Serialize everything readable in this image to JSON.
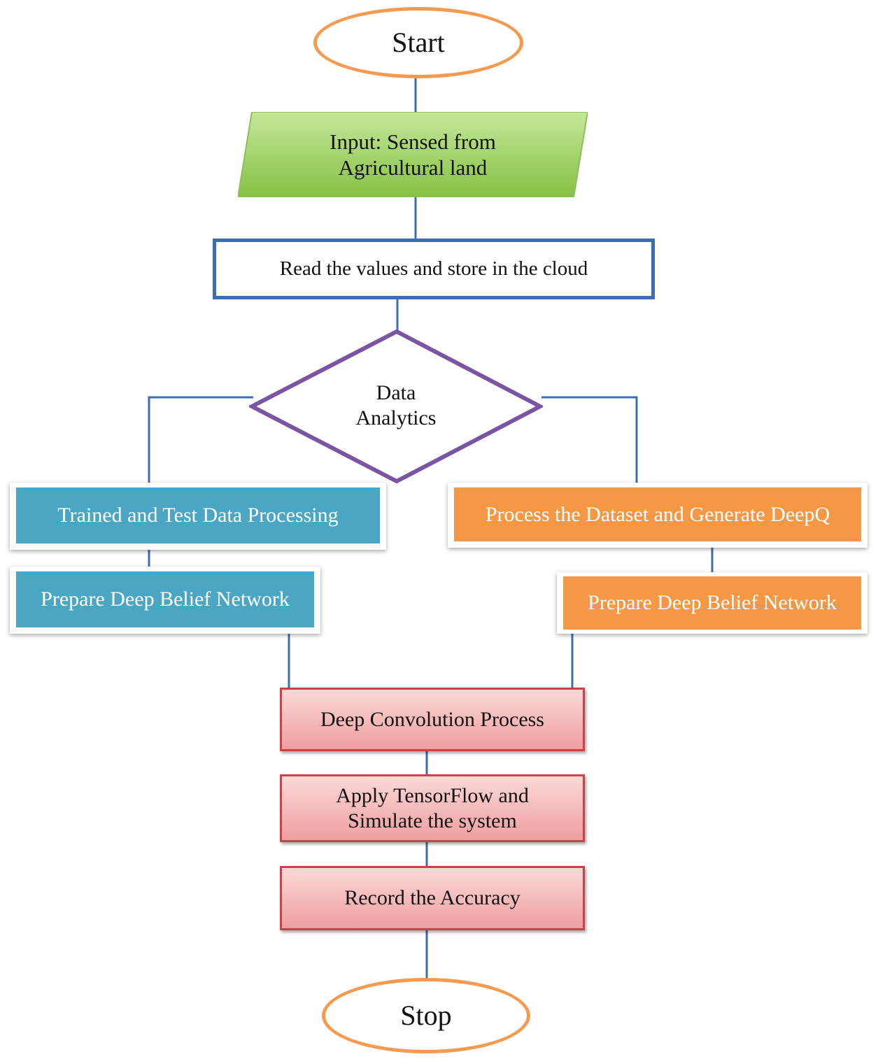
{
  "diagram": {
    "start": "Start",
    "input": "Input: Sensed from\nAgricultural land",
    "read": "Read the values and store in the cloud",
    "decision": "Data\nAnalytics",
    "left_branch": {
      "step1": "Trained and Test Data Processing",
      "step2": "Prepare Deep Belief Network"
    },
    "right_branch": {
      "step1": "Process the Dataset and Generate DeepQ",
      "step2": "Prepare Deep Belief Network"
    },
    "deep_convolution": "Deep Convolution Process",
    "tensorflow": "Apply TensorFlow and\nSimulate the system",
    "accuracy": "Record the Accuracy",
    "stop": "Stop"
  },
  "colors": {
    "oval_border": "#f59a4e",
    "input_fill": "#9ccf5a",
    "read_border": "#3d6eb2",
    "diamond_border": "#7a55a3",
    "left_fill": "#4aa6c3",
    "right_fill": "#f59845",
    "process_fill": "#f4b8b8",
    "process_border": "#c9434a",
    "connector": "#3d6eb2"
  }
}
